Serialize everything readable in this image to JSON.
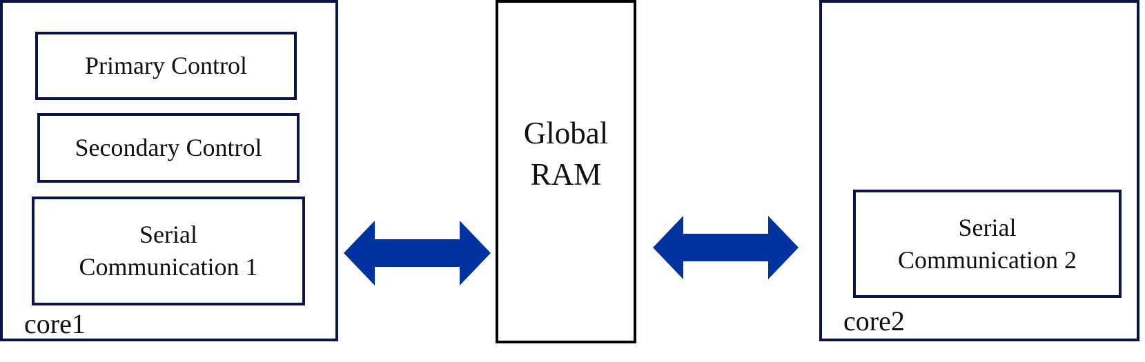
{
  "core1": {
    "label": "core1",
    "primary_control": "Primary Control",
    "secondary_control": "Secondary Control",
    "serial_comm": {
      "line1": "Serial",
      "line2": "Communication 1"
    }
  },
  "global_ram": {
    "line1": "Global",
    "line2": "RAM"
  },
  "core2": {
    "label": "core2",
    "serial_comm": {
      "line1": "Serial",
      "line2": "Communication 2"
    }
  },
  "arrows": {
    "color": "#0033a0",
    "left_link": "core1-to-global-ram",
    "right_link": "global-ram-to-core2"
  },
  "colors": {
    "core_border": "#0b1448",
    "ram_border": "#000000",
    "text": "#111111"
  }
}
